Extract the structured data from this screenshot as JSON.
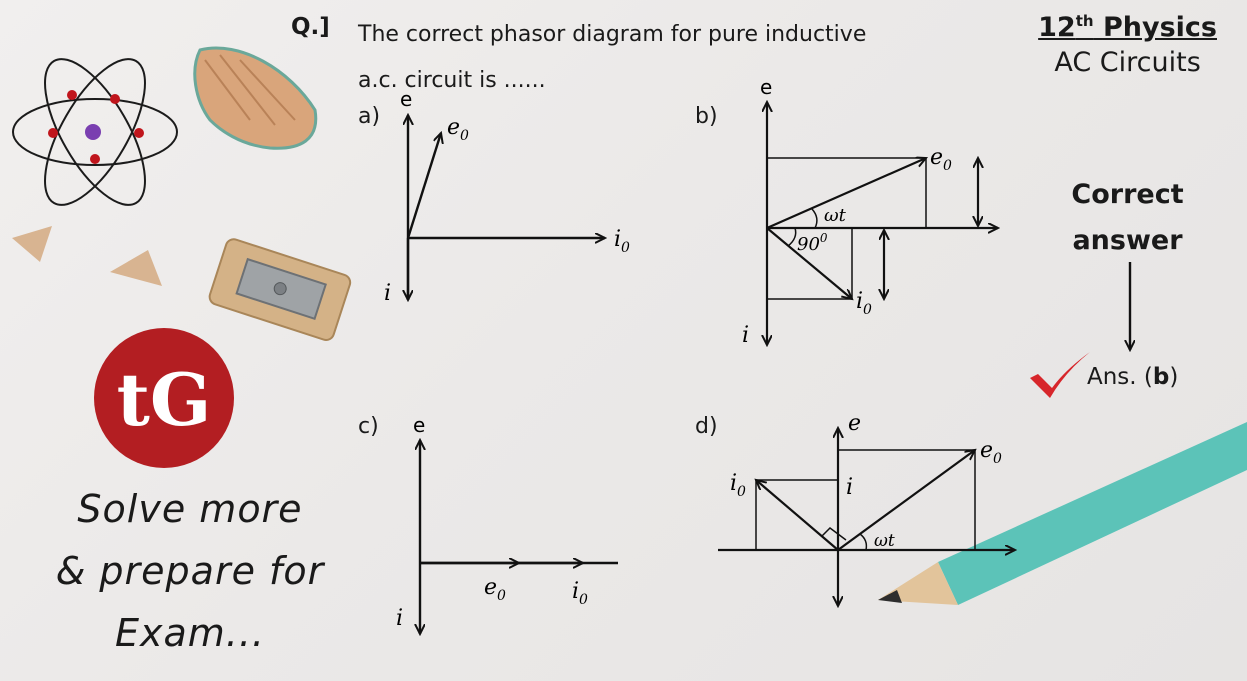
{
  "question": {
    "label": "Q.]",
    "line1": "The correct phasor diagram for pure inductive",
    "line2": "a.c. circuit is ......"
  },
  "subject": {
    "grade": "12",
    "grade_suffix": "th",
    "name": "Physics",
    "topic": "AC Circuits"
  },
  "options": {
    "a": {
      "label": "a)",
      "e": "e",
      "e0": "e",
      "e0_sub": "0",
      "i": "i",
      "i0": "i",
      "i0_sub": "0"
    },
    "b": {
      "label": "b)",
      "e": "e",
      "e0": "e",
      "e0_sub": "0",
      "wt": "ωt",
      "angle": "90",
      "angle_sup": "0",
      "i": "i",
      "i0": "i",
      "i0_sub": "0"
    },
    "c": {
      "label": "c)",
      "e": "e",
      "e0": "e",
      "e0_sub": "0",
      "i": "i",
      "i0": "i",
      "i0_sub": "0"
    },
    "d": {
      "label": "d)",
      "e": "e",
      "e0": "e",
      "e0_sub": "0",
      "i_small": "i",
      "wt": "ωt",
      "i0": "i",
      "i0_sub": "0"
    }
  },
  "correct": {
    "line1": "Correct",
    "line2": "answer",
    "ans_prefix": "Ans. (",
    "ans_value": "b",
    "ans_suffix": ")"
  },
  "logo": {
    "text": "tG"
  },
  "slogan": {
    "line1": "Solve more",
    "line2": "& prepare for",
    "line3": "Exam..."
  },
  "colors": {
    "logo_red": "#b31e22",
    "check_red": "#d7262b",
    "pencil": "#5cc3b8"
  }
}
